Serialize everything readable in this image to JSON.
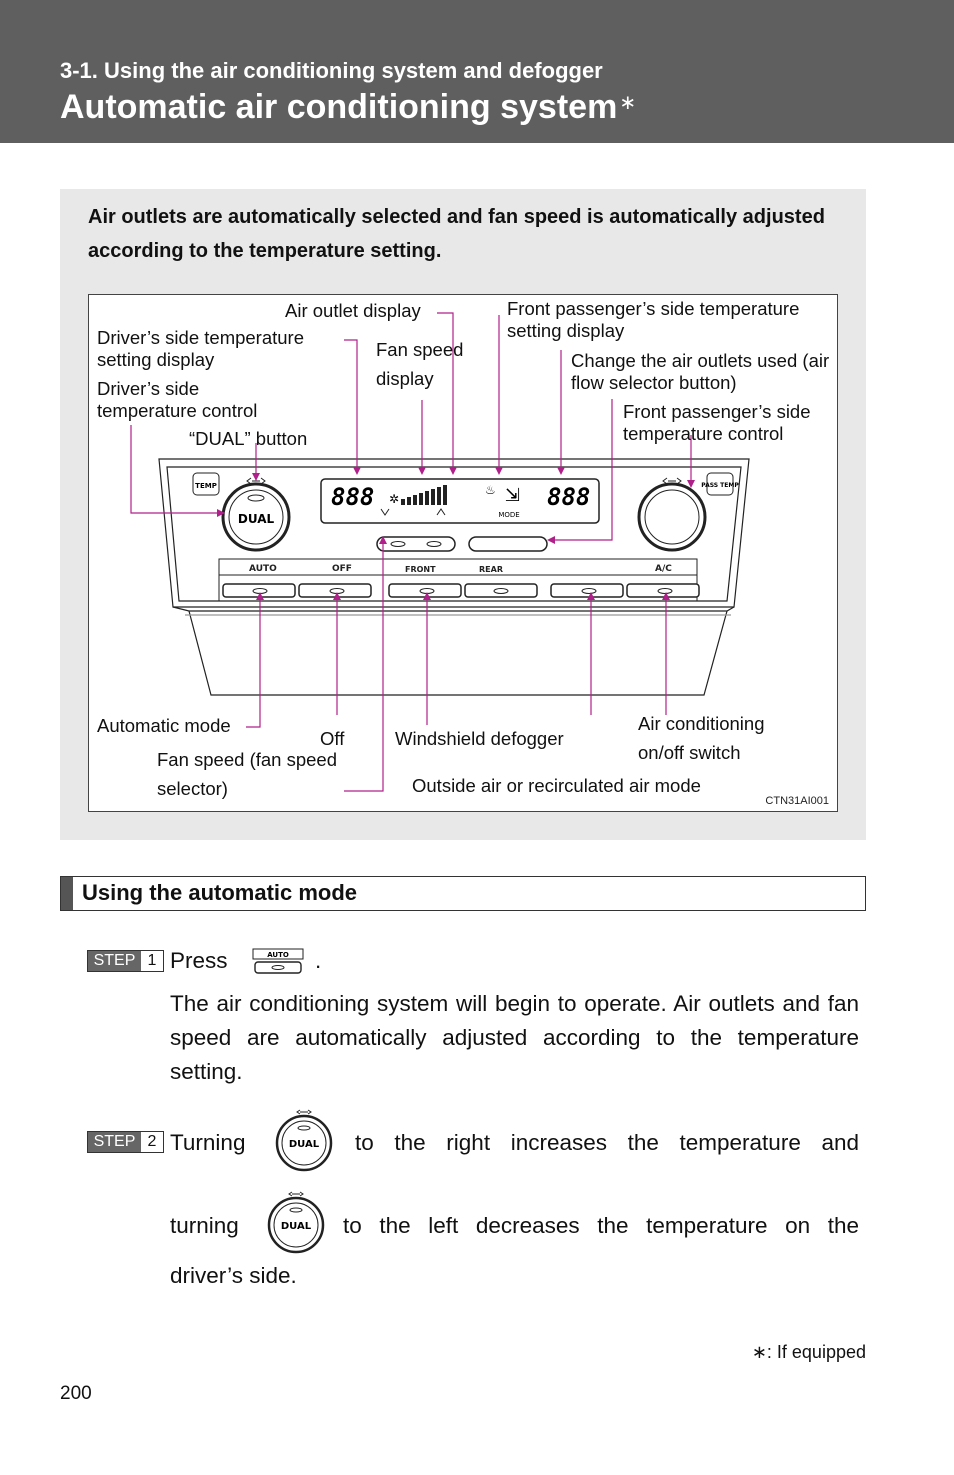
{
  "header": {
    "subtitle": "3-1. Using the air conditioning system and defogger",
    "title": "Automatic air conditioning system",
    "title_mark": "∗"
  },
  "intro": "Air outlets are automatically selected and fan speed is automatically adjusted according to the temperature setting.",
  "figure": {
    "labels": {
      "air_outlet_display": "Air outlet display",
      "front_pass_temp_display": "Front passenger’s side temperature setting display",
      "driver_temp_display": "Driver’s side temperature setting display",
      "fan_speed_display": "Fan speed display",
      "change_outlets": "Change the air outlets used (air flow selector button)",
      "driver_temp_control": "Driver’s side temperature control",
      "front_pass_temp_control": "Front passenger’s side temperature control",
      "dual_button": "“DUAL” button",
      "automatic_mode": "Automatic mode",
      "off": "Off",
      "windshield_defogger": "Windshield defogger",
      "ac_switch": "Air conditioning on/off switch",
      "fan_speed_selector": "Fan speed (fan speed selector)",
      "outside_air": "Outside air or recirculated air mode"
    },
    "panel_text": {
      "temp": "TEMP",
      "pass_temp": "PASS TEMP",
      "dual": "DUAL",
      "auto": "AUTO",
      "off": "OFF",
      "front": "FRONT",
      "rear": "REAR",
      "ac": "A/C",
      "mode": "MODE",
      "digits": "888"
    },
    "code": "CTN31AI001"
  },
  "section_title": "Using the automatic mode",
  "steps": [
    {
      "label": "STEP",
      "number": "1"
    },
    {
      "label": "STEP",
      "number": "2"
    }
  ],
  "step1": {
    "press": "Press",
    "period": ".",
    "desc": "The air conditioning system will begin to operate. Air outlets and fan speed are automatically adjusted according to the temperature setting."
  },
  "step2": {
    "turning": "Turning",
    "right_text": "to the right increases the temperature and",
    "turning2": "turning",
    "left_text": "to the left decreases the temperature on the",
    "end": "driver’s side."
  },
  "icons": {
    "auto_button": "AUTO",
    "dual_dial": "DUAL"
  },
  "footnote": "∗: If equipped",
  "page_number": "200",
  "colors": {
    "header_bg": "#5f5f5f",
    "panel_bg": "#e8e8e8",
    "callout": "#b0208a"
  }
}
